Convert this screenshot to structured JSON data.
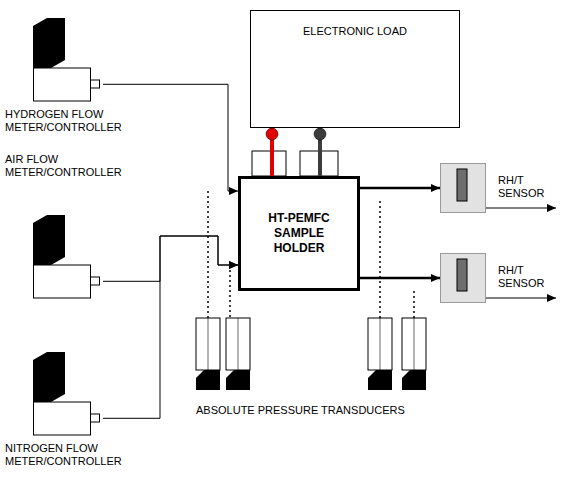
{
  "diagram": {
    "nodes": [
      {
        "text": [
          "ELECTRONIC LOAD"
        ]
      },
      {
        "text": [
          "HYDROGEN FLOW METER/CONTROLLER"
        ]
      },
      {
        "text": [
          "AIR FLOW METER/CONTROLLER"
        ]
      },
      {
        "text": [
          "NITROGEN FLOW METER/CONTROLLER"
        ]
      },
      {
        "text": [
          "HT-PEMFC SAMPLE HOLDER"
        ]
      },
      {
        "text": [
          "RH/T SENSOR"
        ]
      },
      {
        "text": [
          "RH/T SENSOR"
        ]
      }
    ],
    "edges": [
      {
        "from": 1,
        "to": 4,
        "arrow": "to"
      },
      {
        "from": 2,
        "to": 4,
        "arrow": "to"
      },
      {
        "from": 3,
        "to": 4,
        "arrow": "to"
      },
      {
        "from": 4,
        "to": 5,
        "arrow": "to"
      },
      {
        "from": 4,
        "to": 6,
        "arrow": "to"
      },
      {
        "from": 0,
        "to": 4,
        "arrow": "none"
      },
      {
        "from": 0,
        "to": 4,
        "arrow": "none"
      }
    ],
    "labels": [
      "ABSOLUTE PRESSURE TRANSDUCERS"
    ]
  }
}
